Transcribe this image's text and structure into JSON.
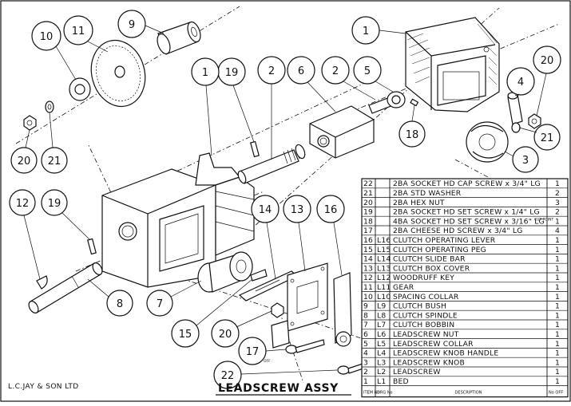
{
  "title": "LEADSCREW ASSY",
  "maker": "L.C.JAY & SON LTD",
  "bom": {
    "headers": {
      "item": "ITEM No",
      "drg": "DRG No",
      "description": "DESCRIPTION",
      "qty": "No OFF"
    },
    "rows": [
      {
        "item": "22",
        "drg": "",
        "description": "2BA SOCKET HD CAP SCREW x 3/4\" LG",
        "qty": "1"
      },
      {
        "item": "21",
        "drg": "",
        "description": "2BA STD WASHER",
        "qty": "2"
      },
      {
        "item": "20",
        "drg": "",
        "description": "2BA HEX NUT",
        "qty": "3"
      },
      {
        "item": "19",
        "drg": "",
        "description": "2BA SOCKET HD SET SCREW x 1/4\" LG",
        "qty": "2"
      },
      {
        "item": "18",
        "drg": "",
        "description": "4BA SOCKET HD SET SCREW x 3/16\" LG",
        "note": "CUP POINT",
        "qty": "1"
      },
      {
        "item": "17",
        "drg": "",
        "description": "2BA CHEESE HD SCREW x 3/4\" LG",
        "qty": "4"
      },
      {
        "item": "16",
        "drg": "L16",
        "description": "CLUTCH OPERATING LEVER",
        "qty": "1"
      },
      {
        "item": "15",
        "drg": "L15",
        "description": "CLUTCH OPERATING PEG",
        "qty": "1"
      },
      {
        "item": "14",
        "drg": "L14",
        "description": "CLUTCH SLIDE BAR",
        "qty": "1"
      },
      {
        "item": "13",
        "drg": "L13",
        "description": "CLUTCH BOX COVER",
        "qty": "1"
      },
      {
        "item": "12",
        "drg": "L12",
        "description": "WOODRUFF KEY",
        "qty": "1"
      },
      {
        "item": "11",
        "drg": "L11",
        "description": "GEAR",
        "qty": "1"
      },
      {
        "item": "10",
        "drg": "L10",
        "description": "SPACING COLLAR",
        "qty": "1"
      },
      {
        "item": "9",
        "drg": "L9",
        "description": "CLUTCH BUSH",
        "qty": "1"
      },
      {
        "item": "8",
        "drg": "L8",
        "description": "CLUTCH SPINDLE",
        "qty": "1"
      },
      {
        "item": "7",
        "drg": "L7",
        "description": "CLUTCH BOBBIN",
        "qty": "1"
      },
      {
        "item": "6",
        "drg": "L6",
        "description": "LEADSCREW NUT",
        "qty": "1"
      },
      {
        "item": "5",
        "drg": "L5",
        "description": "LEADSCREW COLLAR",
        "qty": "1"
      },
      {
        "item": "4",
        "drg": "L4",
        "description": "LEADSCREW KNOB HANDLE",
        "qty": "1"
      },
      {
        "item": "3",
        "drg": "L3",
        "description": "LEADSCREW KNOB",
        "qty": "1"
      },
      {
        "item": "2",
        "drg": "L2",
        "description": "LEADSCREW",
        "qty": "1"
      },
      {
        "item": "1",
        "drg": "L1",
        "description": "BED",
        "qty": "1"
      }
    ]
  },
  "balloons": [
    "10",
    "11",
    "9",
    "1",
    "19",
    "2",
    "6",
    "2",
    "5",
    "1",
    "20",
    "4",
    "18",
    "21",
    "3",
    "20",
    "21",
    "12",
    "19",
    "14",
    "13",
    "16",
    "8",
    "7",
    "15",
    "20",
    "17",
    "22"
  ],
  "notes": {
    "off_mark": "OFF"
  }
}
